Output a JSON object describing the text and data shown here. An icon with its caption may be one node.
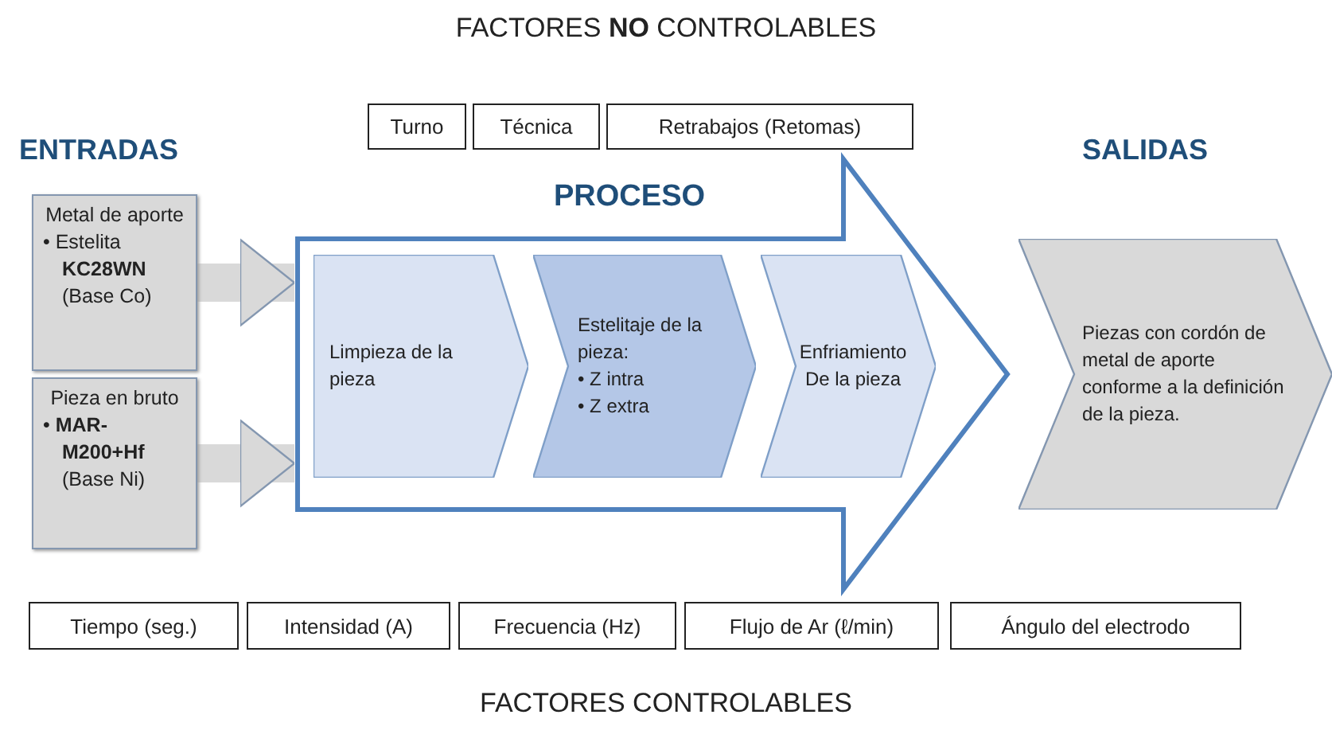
{
  "diagram": {
    "nodes": [
      {
        "text": [
          "Turno"
        ]
      },
      {
        "text": [
          "Técnica"
        ]
      },
      {
        "text": [
          "Retrabajos (Retomas)"
        ]
      },
      {
        "text": [
          "Metal de aporte",
          "• Estelita **KC28WN** (Base Co)"
        ]
      },
      {
        "text": [
          "Pieza en bruto",
          "• **MAR-M200+Hf** (Base Ni)"
        ]
      },
      {
        "text": [
          "PROCESO"
        ]
      },
      {
        "text": [
          "Limpieza de la pieza"
        ],
        "in": 5
      },
      {
        "text": [
          "Estelitaje de la pieza:",
          "• Z intra",
          "• Z extra"
        ],
        "in": 5
      },
      {
        "text": [
          "Enfriamiento De la pieza"
        ],
        "in": 5
      },
      {
        "text": [
          "Piezas con cordón de metal de aporte conforme a la definición de la pieza."
        ]
      },
      {
        "text": [
          "Tiempo (seg.)"
        ]
      },
      {
        "text": [
          "Intensidad (A)"
        ]
      },
      {
        "text": [
          "Frecuencia (Hz)"
        ]
      },
      {
        "text": [
          "Flujo de Ar (ℓ/min)"
        ]
      },
      {
        "text": [
          "Ángulo del electrodo"
        ]
      }
    ],
    "edges": [
      {
        "from": 3,
        "to": 5,
        "arrow": "to"
      },
      {
        "from": 4,
        "to": 5,
        "arrow": "to"
      }
    ],
    "labels": [
      "FACTORES **NO** CONTROLABLES",
      "ENTRADAS",
      "SALIDAS",
      "FACTORES CONTROLABLES"
    ]
  }
}
